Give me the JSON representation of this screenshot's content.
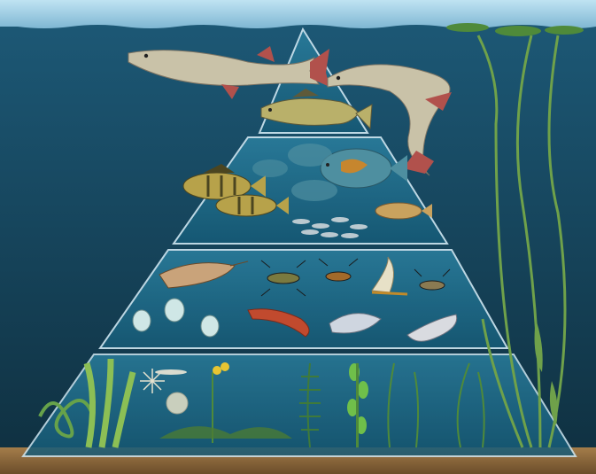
{
  "image": {
    "subject": "aquatic-food-pyramid",
    "tiers": [
      "top-predators",
      "forage-fish",
      "invertebrates",
      "plants-and-algae"
    ],
    "colors": {
      "surface": "#9fd0e8",
      "water_top": "#1d5a78",
      "water_bottom": "#0f2f3f",
      "sediment": "#8a6a40",
      "tier_fill": "#1d6c8c",
      "tier_edge": "#cfe7f2",
      "pike_body": "#c9c2a8",
      "pike_fin": "#b1514c",
      "perch_body": "#b7a24a",
      "sunfish_body": "#4e8fa0",
      "plant_green": "#6fa14a",
      "lily_pad": "#4f8a3a"
    }
  }
}
